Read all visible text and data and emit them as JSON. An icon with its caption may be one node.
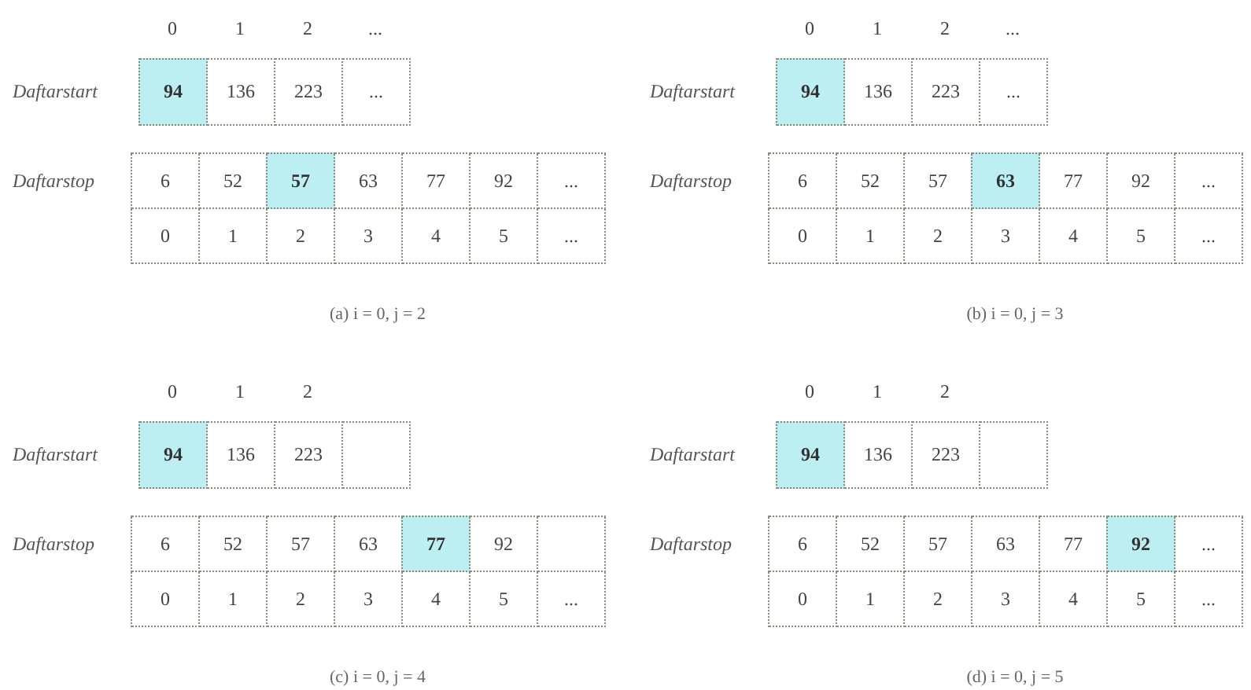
{
  "diagram": {
    "labels": [
      "0",
      "1",
      "2",
      "...",
      "Daftarstart",
      "94",
      "136",
      "223",
      "...",
      "Daftarstop",
      "6",
      "52",
      "57",
      "63",
      "77",
      "92",
      "...",
      "0",
      "1",
      "2",
      "3",
      "4",
      "5",
      "...",
      "(a) i = 0, j = 2",
      "0",
      "1",
      "2",
      "...",
      "Daftarstart",
      "94",
      "136",
      "223",
      "...",
      "Daftarstop",
      "6",
      "52",
      "57",
      "63",
      "77",
      "92",
      "...",
      "0",
      "1",
      "2",
      "3",
      "4",
      "5",
      "...",
      "(b) i = 0, j = 3",
      "0",
      "1",
      "2",
      "Daftarstart",
      "94",
      "136",
      "223",
      "Daftarstop",
      "6",
      "52",
      "57",
      "63",
      "77",
      "92",
      "0",
      "1",
      "2",
      "3",
      "4",
      "5",
      "...",
      "(c) i = 0, j = 4",
      "0",
      "1",
      "2",
      "Daftarstart",
      "94",
      "136",
      "223",
      "Daftarstop",
      "6",
      "52",
      "57",
      "63",
      "77",
      "92",
      "...",
      "0",
      "1",
      "2",
      "3",
      "4",
      "5",
      "...",
      "(d) i = 0, j = 5"
    ]
  }
}
